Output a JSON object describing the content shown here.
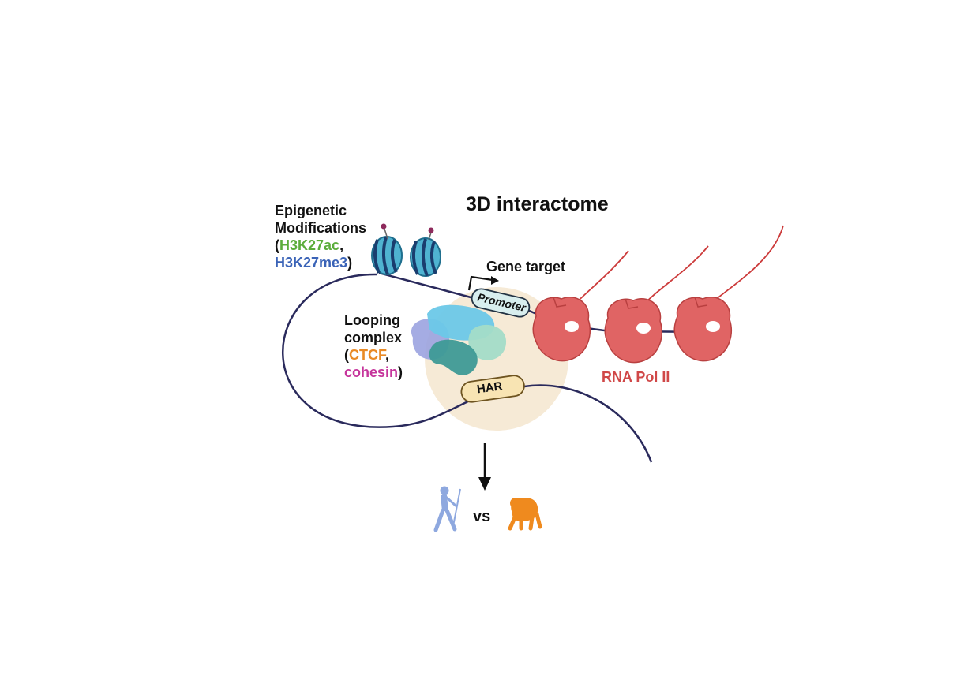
{
  "title": "3D interactome",
  "epigenetic": {
    "line1": "Epigenetic",
    "line2": "Modifications",
    "open_paren": "(",
    "mark1": "H3K27ac",
    "comma": ",",
    "mark2": "H3K27me3",
    "close_paren": ")"
  },
  "gene_target": "Gene target",
  "promoter": "Promoter",
  "looping": {
    "line1": "Looping",
    "line2": "complex",
    "open_paren": "(",
    "factor1": "CTCF",
    "comma": ",",
    "factor2": "cohesin",
    "close_paren": ")"
  },
  "har": "HAR",
  "rna_pol": "RNA Pol II",
  "comparison": "vs",
  "colors": {
    "dna": "#2a2a5c",
    "polymerase": "#e06464",
    "polymerase_dark": "#b94040",
    "nucleosome": "#4fb3d1",
    "contact_zone": "#f6ead6",
    "har_fill": "#f8e4b3",
    "promoter_fill": "#d8eeee",
    "human": "#8ea8df",
    "chimp": "#ef8a1e"
  }
}
